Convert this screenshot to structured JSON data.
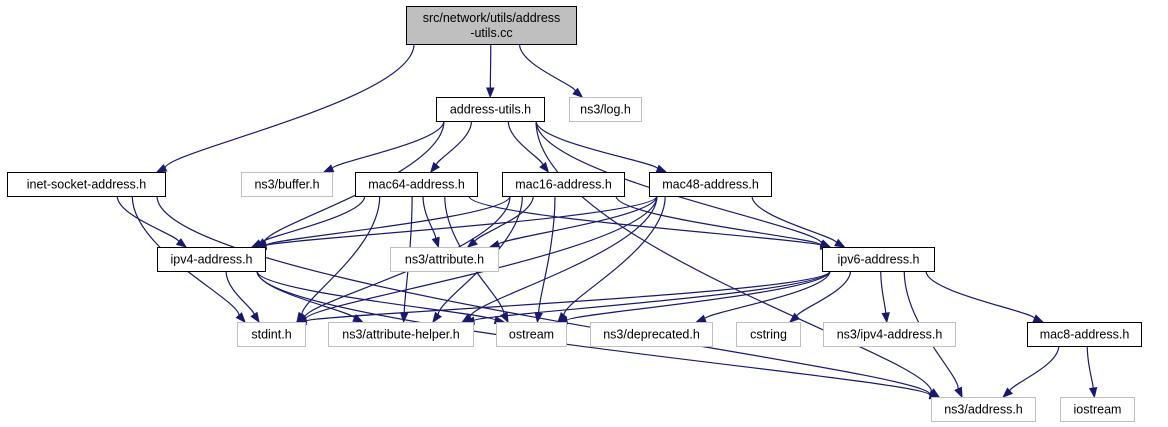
{
  "nodes": [
    {
      "id": "root",
      "lines": [
        "src/network/utils/address",
        "-utils.cc"
      ],
      "kind": "root"
    },
    {
      "id": "address-utils",
      "lines": [
        "address-utils.h"
      ],
      "kind": "file"
    },
    {
      "id": "ns3-log",
      "lines": [
        "ns3/log.h"
      ],
      "kind": "external"
    },
    {
      "id": "inet-socket-address",
      "lines": [
        "inet-socket-address.h"
      ],
      "kind": "file"
    },
    {
      "id": "ns3-buffer",
      "lines": [
        "ns3/buffer.h"
      ],
      "kind": "external"
    },
    {
      "id": "mac64-address",
      "lines": [
        "mac64-address.h"
      ],
      "kind": "file"
    },
    {
      "id": "mac16-address",
      "lines": [
        "mac16-address.h"
      ],
      "kind": "file"
    },
    {
      "id": "mac48-address",
      "lines": [
        "mac48-address.h"
      ],
      "kind": "file"
    },
    {
      "id": "ipv4-address",
      "lines": [
        "ipv4-address.h"
      ],
      "kind": "file"
    },
    {
      "id": "ns3-attribute",
      "lines": [
        "ns3/attribute.h"
      ],
      "kind": "external"
    },
    {
      "id": "ipv6-address",
      "lines": [
        "ipv6-address.h"
      ],
      "kind": "file"
    },
    {
      "id": "stdint",
      "lines": [
        "stdint.h"
      ],
      "kind": "external"
    },
    {
      "id": "ns3-attribute-helper",
      "lines": [
        "ns3/attribute-helper.h"
      ],
      "kind": "external"
    },
    {
      "id": "ostream",
      "lines": [
        "ostream"
      ],
      "kind": "external"
    },
    {
      "id": "ns3-deprecated",
      "lines": [
        "ns3/deprecated.h"
      ],
      "kind": "external"
    },
    {
      "id": "cstring",
      "lines": [
        "cstring"
      ],
      "kind": "external"
    },
    {
      "id": "ns3-ipv4-address",
      "lines": [
        "ns3/ipv4-address.h"
      ],
      "kind": "external"
    },
    {
      "id": "mac8-address",
      "lines": [
        "mac8-address.h"
      ],
      "kind": "file"
    },
    {
      "id": "ns3-address",
      "lines": [
        "ns3/address.h"
      ],
      "kind": "external"
    },
    {
      "id": "iostream",
      "lines": [
        "iostream"
      ],
      "kind": "external"
    }
  ],
  "edges": [
    [
      "root",
      "address-utils"
    ],
    [
      "root",
      "ns3-log"
    ],
    [
      "root",
      "inet-socket-address"
    ],
    [
      "address-utils",
      "ns3-buffer"
    ],
    [
      "address-utils",
      "mac64-address"
    ],
    [
      "address-utils",
      "mac16-address"
    ],
    [
      "address-utils",
      "mac48-address"
    ],
    [
      "address-utils",
      "ipv4-address"
    ],
    [
      "address-utils",
      "ipv6-address"
    ],
    [
      "address-utils",
      "ns3-address"
    ],
    [
      "inet-socket-address",
      "ipv4-address"
    ],
    [
      "inet-socket-address",
      "stdint"
    ],
    [
      "inet-socket-address",
      "ns3-address"
    ],
    [
      "mac64-address",
      "ipv4-address"
    ],
    [
      "mac64-address",
      "ns3-attribute"
    ],
    [
      "mac64-address",
      "ipv6-address"
    ],
    [
      "mac64-address",
      "stdint"
    ],
    [
      "mac64-address",
      "ns3-attribute-helper"
    ],
    [
      "mac64-address",
      "ostream"
    ],
    [
      "mac16-address",
      "ipv4-address"
    ],
    [
      "mac16-address",
      "ns3-attribute"
    ],
    [
      "mac16-address",
      "ipv6-address"
    ],
    [
      "mac16-address",
      "stdint"
    ],
    [
      "mac16-address",
      "ns3-attribute-helper"
    ],
    [
      "mac16-address",
      "ostream"
    ],
    [
      "mac48-address",
      "ipv4-address"
    ],
    [
      "mac48-address",
      "ns3-attribute"
    ],
    [
      "mac48-address",
      "ipv6-address"
    ],
    [
      "mac48-address",
      "stdint"
    ],
    [
      "mac48-address",
      "ns3-attribute-helper"
    ],
    [
      "mac48-address",
      "ostream"
    ],
    [
      "ipv4-address",
      "stdint"
    ],
    [
      "ipv4-address",
      "ns3-attribute-helper"
    ],
    [
      "ipv4-address",
      "ostream"
    ],
    [
      "ipv4-address",
      "ns3-address"
    ],
    [
      "ipv6-address",
      "stdint"
    ],
    [
      "ipv6-address",
      "ns3-attribute-helper"
    ],
    [
      "ipv6-address",
      "ostream"
    ],
    [
      "ipv6-address",
      "ns3-deprecated"
    ],
    [
      "ipv6-address",
      "cstring"
    ],
    [
      "ipv6-address",
      "ns3-ipv4-address"
    ],
    [
      "ipv6-address",
      "mac8-address"
    ],
    [
      "ipv6-address",
      "ns3-address"
    ],
    [
      "mac8-address",
      "ns3-address"
    ],
    [
      "mac8-address",
      "iostream"
    ]
  ]
}
